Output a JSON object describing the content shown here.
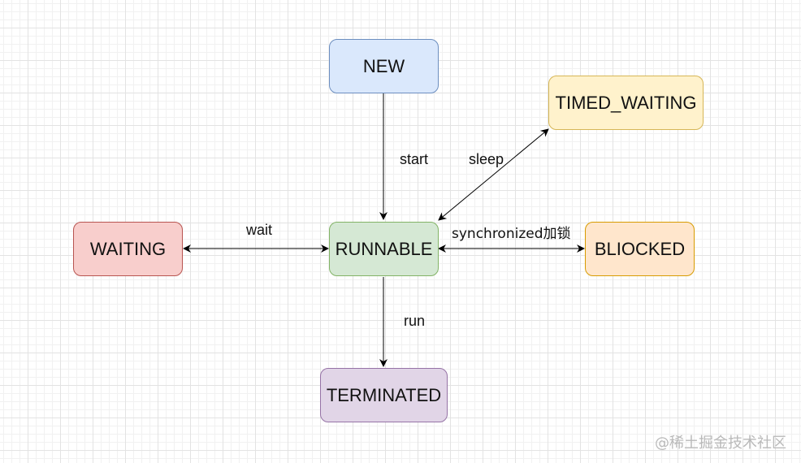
{
  "states": {
    "new": "NEW",
    "timed_waiting": "TIMED_WAITING",
    "waiting": "WAITING",
    "runnable": "RUNNABLE",
    "blocked": "BLIOCKED",
    "terminated": "TERMINATED"
  },
  "transitions": {
    "start": "start",
    "sleep": "sleep",
    "wait": "wait",
    "synchronized": "synchronized加锁",
    "run": "run"
  },
  "colors": {
    "new_fill": "#dae8fc",
    "new_border": "#6c8ebf",
    "timed_waiting_fill": "#fff2cc",
    "timed_waiting_border": "#d6b656",
    "waiting_fill": "#f8cecc",
    "waiting_border": "#b85450",
    "runnable_fill": "#d5e8d4",
    "runnable_border": "#82b366",
    "blocked_fill": "#ffe6cc",
    "blocked_border": "#d79b00",
    "terminated_fill": "#e1d5e7",
    "terminated_border": "#9673a6"
  },
  "watermark": "@稀土掘金技术社区"
}
